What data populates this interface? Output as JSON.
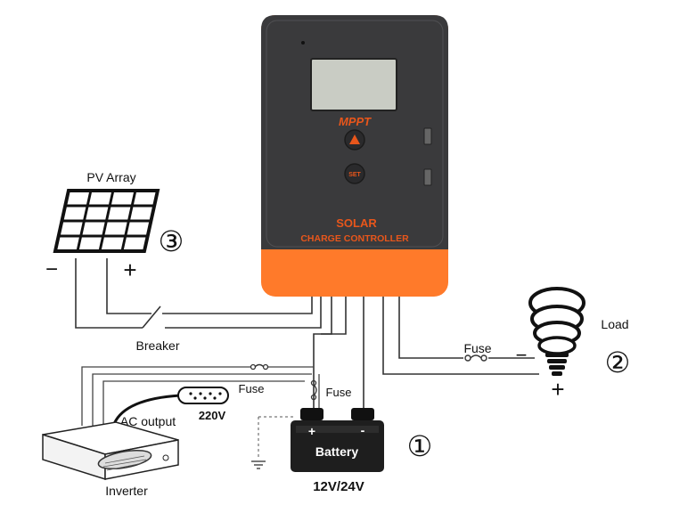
{
  "controller": {
    "mode_label": "MPPT",
    "title_line1": "SOLAR",
    "title_line2": "CHARGE CONTROLLER",
    "set_button": "SET",
    "colors": {
      "body": "#3a3a3c",
      "bottom": "#ff7a2a",
      "accent": "#e8561b",
      "lcd": "#c9ccc4"
    }
  },
  "pv_array": {
    "label": "PV Array",
    "minus": "−",
    "plus": "+",
    "number": "③"
  },
  "breaker": {
    "label": "Breaker"
  },
  "load": {
    "label": "Load",
    "fuse": "Fuse",
    "minus": "−",
    "plus": "+",
    "number": "②"
  },
  "battery": {
    "label": "Battery",
    "voltage": "12V/24V",
    "plus": "+",
    "minus": "-",
    "number": "①"
  },
  "inverter": {
    "label": "Inverter",
    "ac_output": "AC output",
    "voltage": "220V",
    "fuse_top": "Fuse",
    "fuse_batt": "Fuse"
  }
}
